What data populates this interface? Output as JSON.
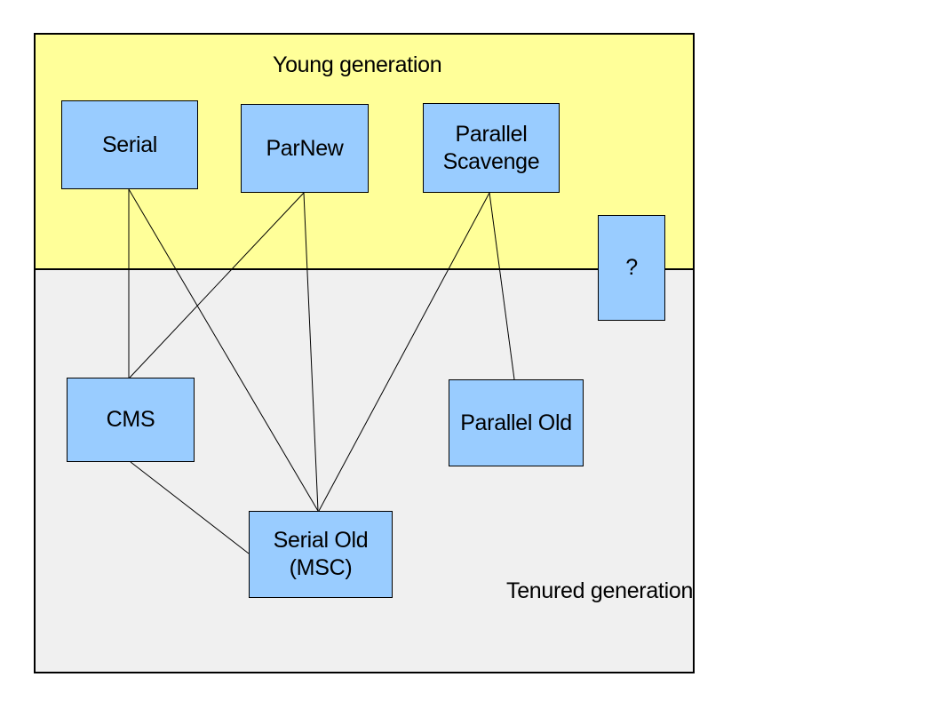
{
  "diagram": {
    "young_region": {
      "label": "Young generation",
      "bg_color": "#FFFF99"
    },
    "tenured_region": {
      "label": "Tenured generation",
      "bg_color": "#F0F0F0"
    },
    "node_style": {
      "fill_color": "#99CCFF",
      "border_color": "#000000",
      "text_color": "#000000"
    },
    "nodes": {
      "serial": {
        "label": "Serial",
        "region": "young"
      },
      "parnew": {
        "label": "ParNew",
        "region": "young"
      },
      "parallel_scavenge": {
        "label": "Parallel\nScavenge",
        "region": "young"
      },
      "question": {
        "label": "?",
        "region": "boundary"
      },
      "cms": {
        "label": "CMS",
        "region": "tenured"
      },
      "parallel_old": {
        "label": "Parallel Old",
        "region": "tenured"
      },
      "serial_old": {
        "label": "Serial Old\n(MSC)",
        "region": "tenured"
      }
    },
    "edges": [
      {
        "from": "serial",
        "to": "cms"
      },
      {
        "from": "serial",
        "to": "serial_old"
      },
      {
        "from": "parnew",
        "to": "cms"
      },
      {
        "from": "parnew",
        "to": "serial_old"
      },
      {
        "from": "parallel_scavenge",
        "to": "serial_old"
      },
      {
        "from": "parallel_scavenge",
        "to": "parallel_old"
      },
      {
        "from": "cms",
        "to": "serial_old"
      }
    ]
  }
}
